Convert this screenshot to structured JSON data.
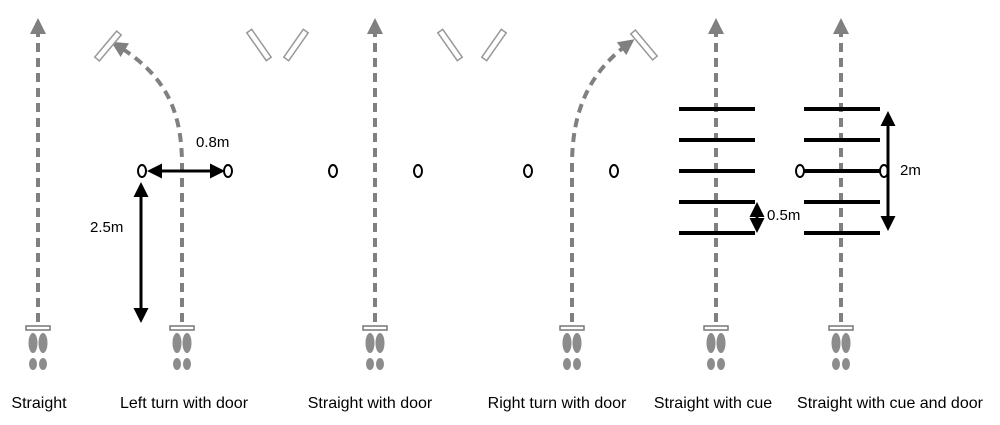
{
  "colors": {
    "path": "#808080",
    "arrow_head": "#808080",
    "foot": "#8c8c8c",
    "door": "#b0b0b0",
    "marker": "#000000",
    "cue_line": "#000000",
    "dimension": "#000000"
  },
  "icons": {
    "walker": "footprints-icon",
    "door_panel": "door-panel-icon",
    "marker": "ring-marker-icon"
  },
  "measurements": {
    "lateral": "0.8m",
    "depth": "2.5m",
    "cue_spacing": "0.5m",
    "cue_span": "2m"
  },
  "conditions": [
    {
      "label": "Straight"
    },
    {
      "label": "Left turn with door"
    },
    {
      "label": "Straight with door"
    },
    {
      "label": "Right turn with door"
    },
    {
      "label": "Straight with cue"
    },
    {
      "label": "Straight with cue and door"
    }
  ]
}
